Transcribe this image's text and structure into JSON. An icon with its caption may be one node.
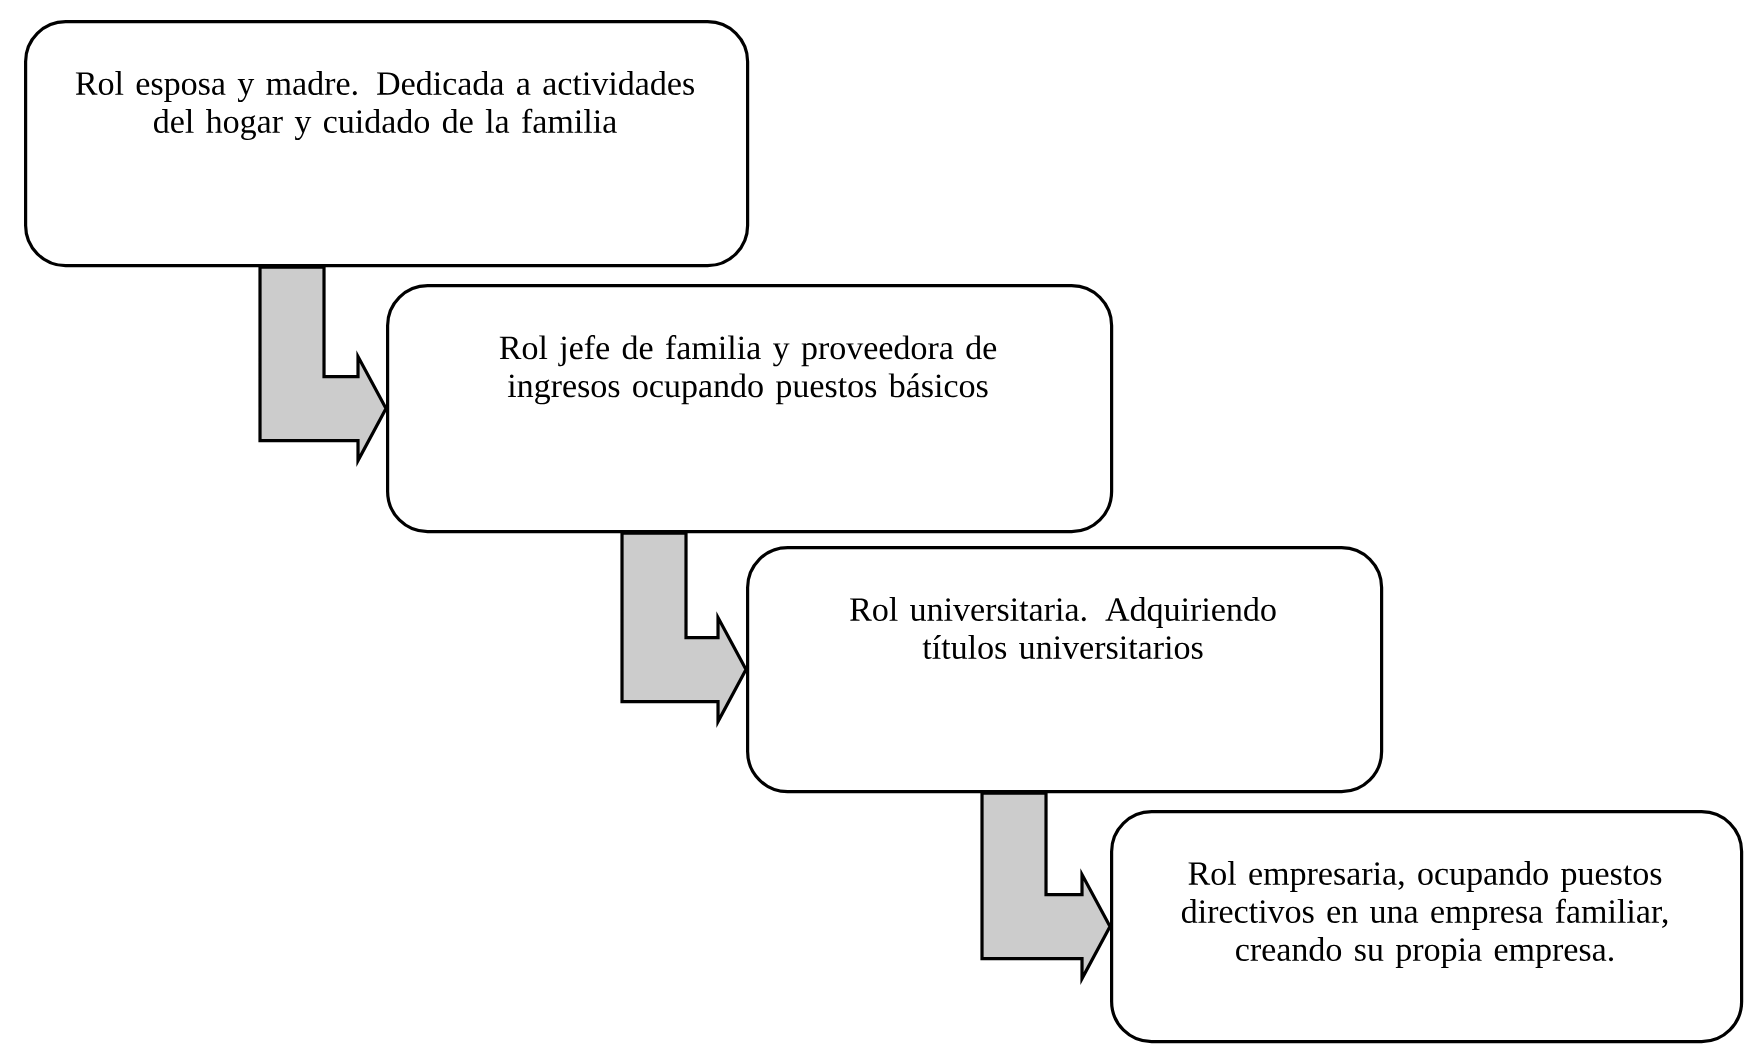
{
  "diagram": {
    "nodes": [
      {
        "text": [
          "Rol esposa y madre. Dedicada a actividades del hogar y cuidado de la familia"
        ]
      },
      {
        "text": [
          "Rol jefe de familia y proveedora de ingresos ocupando puestos básicos"
        ]
      },
      {
        "text": [
          "Rol universitaria. Adquiriendo títulos universitarios"
        ]
      },
      {
        "text": [
          "Rol empresaria, ocupando puestos directivos en una empresa familiar, creando su propia empresa."
        ]
      }
    ],
    "edges": [
      {
        "from": 0,
        "to": 1,
        "arrow": "to"
      },
      {
        "from": 1,
        "to": 2,
        "arrow": "to"
      },
      {
        "from": 2,
        "to": 3,
        "arrow": "to"
      }
    ]
  }
}
